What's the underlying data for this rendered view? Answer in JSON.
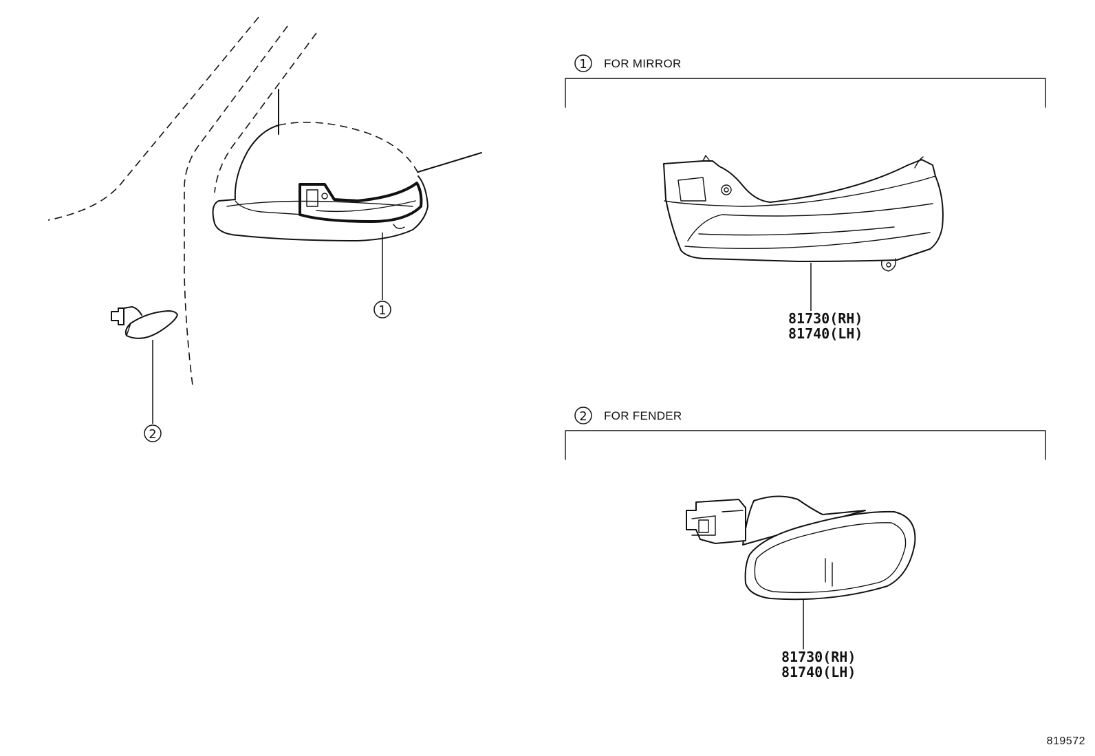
{
  "callouts": {
    "mirror_marker": "1",
    "fender_marker": "2"
  },
  "sections": {
    "mirror": {
      "marker": "1",
      "title": "FOR MIRROR",
      "part_numbers": [
        "81730(RH)",
        "81740(LH)"
      ]
    },
    "fender": {
      "marker": "2",
      "title": "FOR FENDER",
      "part_numbers": [
        "81730(RH)",
        "81740(LH)"
      ]
    }
  },
  "figure_code": "819572"
}
